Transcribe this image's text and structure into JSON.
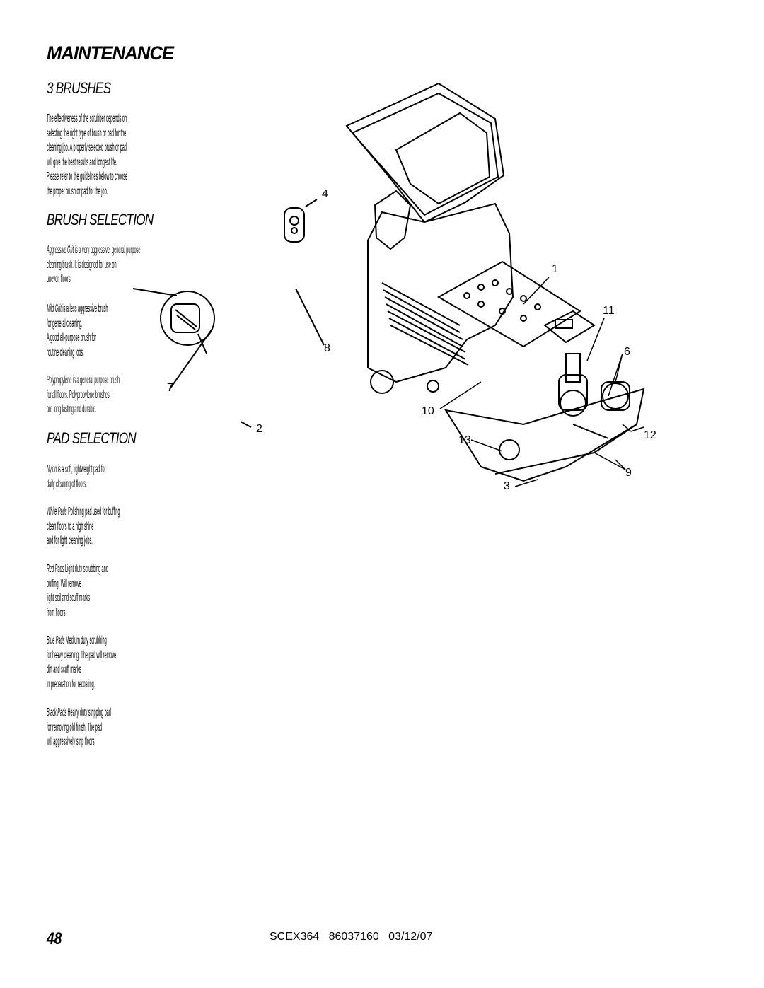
{
  "page": {
    "title": "MAINTENANCE",
    "section_heading": "3 BRUSHES",
    "intro_lines": [
      "The effectiveness of the scrubber depends on",
      "selecting the right type of brush or pad for the",
      "cleaning job. A properly selected brush or pad",
      "will give the best results and longest life.",
      "Please refer to the guidelines below to choose",
      "the proper brush or pad for the job."
    ],
    "brush_heading": "BRUSH SELECTION",
    "brushes": [
      {
        "term": "Aggressive Grit",
        "lines": [
          "is a very aggressive, general purpose",
          "cleaning brush. It is designed for use on",
          "uneven floors."
        ]
      },
      {
        "term": "Mild Grit",
        "lines": [
          "is a less aggressive brush",
          "for general cleaning.",
          "A good all-purpose brush for",
          "routine cleaning jobs."
        ]
      },
      {
        "term": "Polypropylene",
        "lines": [
          "is a general purpose brush",
          "for all floors. Polypropylene brushes",
          "are long lasting and durable."
        ]
      }
    ],
    "pad_heading": "PAD SELECTION",
    "pads": [
      {
        "term": "Nylon",
        "lines": [
          "is a soft, lightweight pad for",
          "daily cleaning of floors."
        ]
      },
      {
        "term": "White Pads",
        "lines": [
          "Polishing pad used for buffing",
          "clean floors to a high shine",
          "and for light cleaning jobs."
        ]
      },
      {
        "term": "Red Pads",
        "lines": [
          "Light duty scrubbing and",
          "buffing. Will remove",
          "light soil and scuff marks",
          "from floors."
        ]
      },
      {
        "term": "Blue Pads",
        "lines": [
          "Medium duty scrubbing",
          "for heavy cleaning. The pad will remove",
          "dirt and scuff marks",
          "in preparation for recoating."
        ]
      },
      {
        "term": "Black Pads",
        "lines": [
          "Heavy duty stripping pad",
          "for removing old finish. The pad",
          "will aggressively strip floors."
        ]
      }
    ],
    "callouts": [
      "4",
      "1",
      "11",
      "8",
      "6",
      "7",
      "10",
      "2",
      "12",
      "13",
      "9",
      "3"
    ],
    "footer": {
      "page_number": "48",
      "model": "SCEX364",
      "part_number": "86037160",
      "date": "03/12/07"
    }
  }
}
